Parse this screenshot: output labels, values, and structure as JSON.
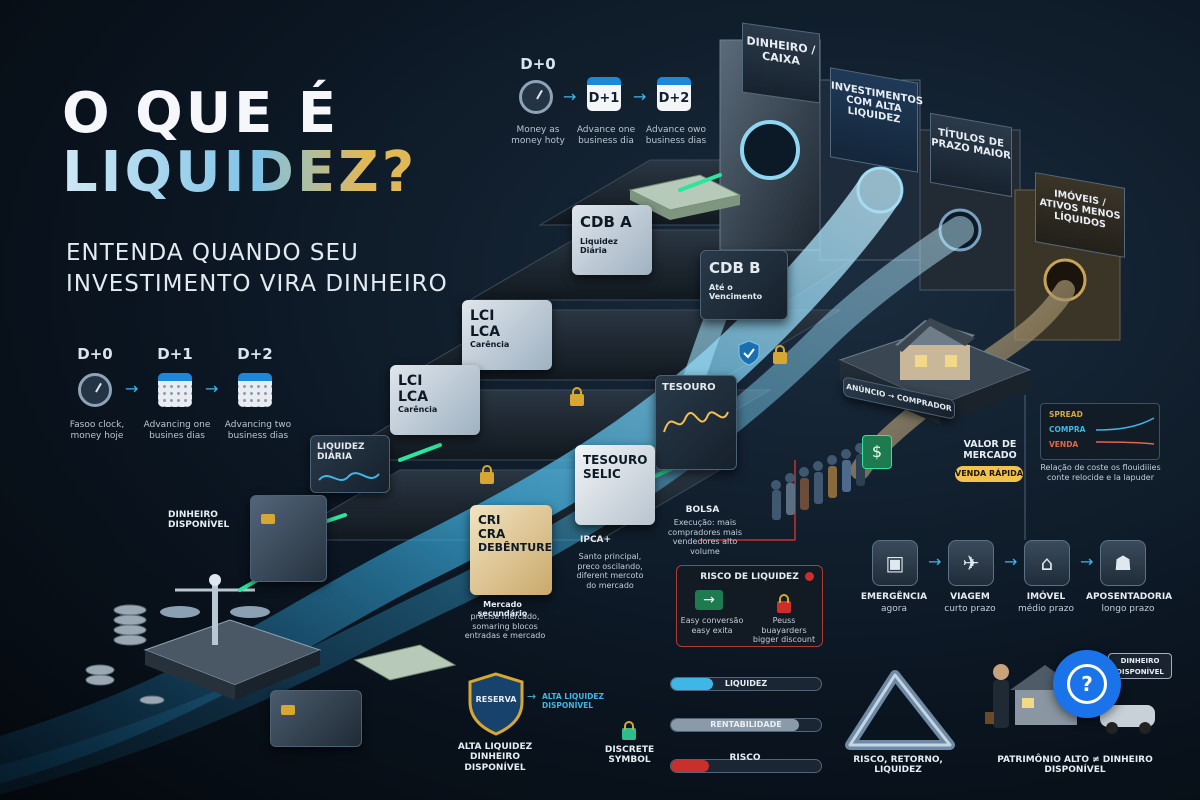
{
  "hero": {
    "title_line1": "O QUE É",
    "title_line2": "LIQUIDEZ?",
    "subtitle_line1": "ENTENDA QUANDO SEU",
    "subtitle_line2": "INVESTIMENTO VIRA DINHEIRO"
  },
  "timeline_left": {
    "labels": [
      "D+0",
      "D+1",
      "D+2"
    ],
    "captions": [
      "Fasoo clock, money hoje",
      "Advancing one busines dias",
      "Advancing two business dias"
    ]
  },
  "timeline_top": {
    "labels": [
      "D+0",
      "D+1",
      "D+2"
    ],
    "captions": [
      "Money as money hoty",
      "Advance one business dia",
      "Advance owo business dias"
    ]
  },
  "columns": {
    "c1": "DINHEIRO / CAIXA",
    "c2": "INVESTIMENTOS COM ALTA LIQUIDEZ",
    "c3": "TÍTULOS DE PRAZO MAIOR",
    "c4": "IMÓVEIS / ATIVOS MENOS LÍQUIDOS"
  },
  "steps": {
    "cdb_a_title": "CDB A",
    "cdb_a_sub": "Liquidez Diária",
    "cdb_b_title": "CDB B",
    "cdb_b_sub": "Até o Vencimento",
    "lci1_line1": "LCI",
    "lci1_line2": "LCA",
    "lci1_sub": "Carência",
    "lci2_line1": "LCI",
    "lci2_line2": "LCA",
    "lci2_sub": "Carência",
    "liquidez_diaria": "LIQUIDEZ DIÁRIA",
    "dinheiro_disponivel": "DINHEIRO DISPONÍVEL",
    "tesouro": "TESOURO",
    "tesouro_selic_l1": "TESOURO",
    "tesouro_selic_l2": "SELIC",
    "cri_l1": "CRI",
    "cri_l2": "CRA",
    "cri_l3": "DEBÊNTURE",
    "ipca": "IPCA+",
    "ipca_note": "Santo principal, preco oscilando, diferent mercoto do mercado",
    "mercado_sec": "Mercado secundário",
    "mercado_sec_note": "precise mercado, somaring blocos entradas e mercado",
    "bolsa": "BOLSA",
    "bolsa_note": "Execução: mais compradores mais vendedores alto volume"
  },
  "real_estate": {
    "anuncio": "ANÚNCIO → COMPRADOR",
    "valor_line1": "VALOR DE",
    "valor_line2": "MERCADO",
    "venda_rapida": "VENDA RÁPIDA"
  },
  "spread": {
    "rows": [
      "SPREAD",
      "COMPRA",
      "VENDA"
    ],
    "caption": "Relação de coste os flouidiiies conte relocide e la lapuder"
  },
  "risco_box": {
    "title": "RISCO DE LIQUIDEZ",
    "left_caption": "Easy conversão easy exita",
    "right_caption": "Peuss buayarders bigger discount"
  },
  "goals": [
    {
      "icon": "briefcase",
      "title": "EMERGÊNCIA",
      "sub": "agora"
    },
    {
      "icon": "airplane",
      "title": "VIAGEM",
      "sub": "curto prazo"
    },
    {
      "icon": "house",
      "title": "IMÓVEL",
      "sub": "médio prazo"
    },
    {
      "icon": "elder",
      "title": "APOSENTADORIA",
      "sub": "longo prazo"
    }
  ],
  "reserva": {
    "shield": "RESERVA",
    "side": "ALTA LIQUIDEZ DISPONÍVEL",
    "caption_l1": "ALTA LIQUIDEZ",
    "caption_l2": "DINHEIRO DISPONÍVEL"
  },
  "discrete": "DISCRETE SYMBOL",
  "bars": {
    "items": [
      {
        "label": "LIQUIDEZ",
        "fraction": 0.28,
        "color": "#3fb6e8"
      },
      {
        "label": "RENTABILIDADE",
        "fraction": 0.85,
        "color": "#8a9aa8"
      },
      {
        "label": "RISCO",
        "fraction": 0.25,
        "color": "#c9302c"
      }
    ],
    "caption": "RISCO"
  },
  "triangle_caption": "RISCO, RETORNO, LIQUIDEZ",
  "patrimonio": {
    "tag_l1": "DINHEIRO",
    "tag_l2": "DISPONÍVEL",
    "caption": "PATRIMÔNIO ALTO ≠ DINHEIRO DISPONÍVEL"
  },
  "colors": {
    "water": "#3fb6e8",
    "accent_green": "#2ee59d",
    "gold": "#d7a732",
    "danger": "#c9302c",
    "chat_blue": "#1a73e8"
  }
}
